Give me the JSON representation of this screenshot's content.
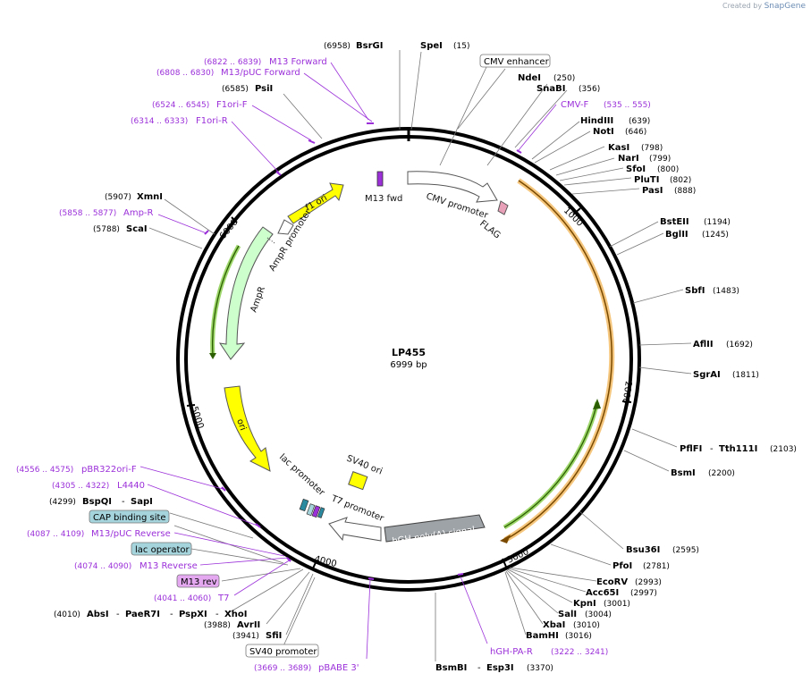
{
  "credit": {
    "prefix": "Created by",
    "brand": "SnapGene"
  },
  "plasmid": {
    "name": "LP455",
    "size": "6999 bp"
  },
  "ticks": [
    "1000",
    "2000",
    "3000",
    "4000",
    "5000",
    "6000"
  ],
  "sites": [
    {
      "name": "BsrGI",
      "pos": "(6958)"
    },
    {
      "name": "SpeI",
      "pos": "(15)"
    },
    {
      "name": "PsiI",
      "pos": "(6585)"
    },
    {
      "name": "XmnI",
      "pos": "(5907)"
    },
    {
      "name": "ScaI",
      "pos": "(5788)"
    },
    {
      "name": "NdeI",
      "pos": "(250)"
    },
    {
      "name": "SnaBI",
      "pos": "(356)"
    },
    {
      "name": "HindIII",
      "pos": "(639)"
    },
    {
      "name": "NotI",
      "pos": "(646)"
    },
    {
      "name": "KasI",
      "pos": "(798)"
    },
    {
      "name": "NarI",
      "pos": "(799)"
    },
    {
      "name": "SfoI",
      "pos": "(800)"
    },
    {
      "name": "PluTI",
      "pos": "(802)"
    },
    {
      "name": "PasI",
      "pos": "(888)"
    },
    {
      "name": "BstEII",
      "pos": "(1194)"
    },
    {
      "name": "BglII",
      "pos": "(1245)"
    },
    {
      "name": "SbfI",
      "pos": "(1483)"
    },
    {
      "name": "AflII",
      "pos": "(1692)"
    },
    {
      "name": "SgrAI",
      "pos": "(1811)"
    },
    {
      "name": "PflFI",
      "name2": "Tth111I",
      "pos": "(2103)"
    },
    {
      "name": "BsmI",
      "pos": "(2200)"
    },
    {
      "name": "Bsu36I",
      "pos": "(2595)"
    },
    {
      "name": "PfoI",
      "pos": "(2781)"
    },
    {
      "name": "EcoRV",
      "pos": "(2993)"
    },
    {
      "name": "Acc65I",
      "pos": "(2997)"
    },
    {
      "name": "KpnI",
      "pos": "(3001)"
    },
    {
      "name": "SalI",
      "pos": "(3004)"
    },
    {
      "name": "XbaI",
      "pos": "(3010)"
    },
    {
      "name": "BamHI",
      "pos": "(3016)"
    },
    {
      "name": "BsmBI",
      "name2": "Esp3I",
      "pos": "(3370)"
    },
    {
      "name": "SfiI",
      "pos": "(3941)"
    },
    {
      "name": "AvrII",
      "pos": "(3988)"
    },
    {
      "name": "AbsI",
      "name2": "PaeR7I",
      "name3": "PspXI",
      "name4": "XhoI",
      "pos": "(4010)"
    },
    {
      "name": "BspQI",
      "name2": "SapI",
      "pos": "(4299)"
    }
  ],
  "primers": [
    {
      "name": "M13 Forward",
      "range": "(6822 .. 6839)"
    },
    {
      "name": "M13/pUC Forward",
      "range": "(6808 .. 6830)"
    },
    {
      "name": "F1ori-F",
      "range": "(6524 .. 6545)"
    },
    {
      "name": "F1ori-R",
      "range": "(6314 .. 6333)"
    },
    {
      "name": "Amp-R",
      "range": "(5858 .. 5877)"
    },
    {
      "name": "CMV-F",
      "range": "(535 .. 555)"
    },
    {
      "name": "hGH-PA-R",
      "range": "(3222 .. 3241)"
    },
    {
      "name": "pBABE 3'",
      "range": "(3669 .. 3689)"
    },
    {
      "name": "T7",
      "range": "(4041 .. 4060)"
    },
    {
      "name": "M13 Reverse",
      "range": "(4074 .. 4090)"
    },
    {
      "name": "M13/pUC Reverse",
      "range": "(4087 .. 4109)"
    },
    {
      "name": "L4440",
      "range": "(4305 .. 4322)"
    },
    {
      "name": "pBR322ori-F",
      "range": "(4556 .. 4575)"
    }
  ],
  "boxed_labels": {
    "cmv_enhancer": "CMV enhancer",
    "sv40_promoter": "SV40 promoter",
    "cap_binding_site": "CAP binding site",
    "lac_operator": "lac operator",
    "m13_rev": "M13 rev"
  },
  "features": {
    "cmv_promoter": "CMV promoter",
    "flag": "FLAG",
    "m13_fwd": "M13 fwd",
    "f1_ori": "f1 ori",
    "ampr_promoter": "AmpR promoter",
    "ampr": "AmpR",
    "ori": "ori",
    "lac_promoter": "lac promoter",
    "t7_promoter": "T7 promoter",
    "sv40_ori": "SV40 ori",
    "hgh_polya": "hGH poly(A) signal"
  },
  "colors": {
    "primer": "#9b30d9",
    "yellow": "#ffff00",
    "ampr_fill": "#ccffcc",
    "orange_arc": "#f5c77e",
    "green_arc": "#9dd66a",
    "boxed_blue": "#a6d4dd",
    "boxed_purple": "#e3a8f0"
  }
}
